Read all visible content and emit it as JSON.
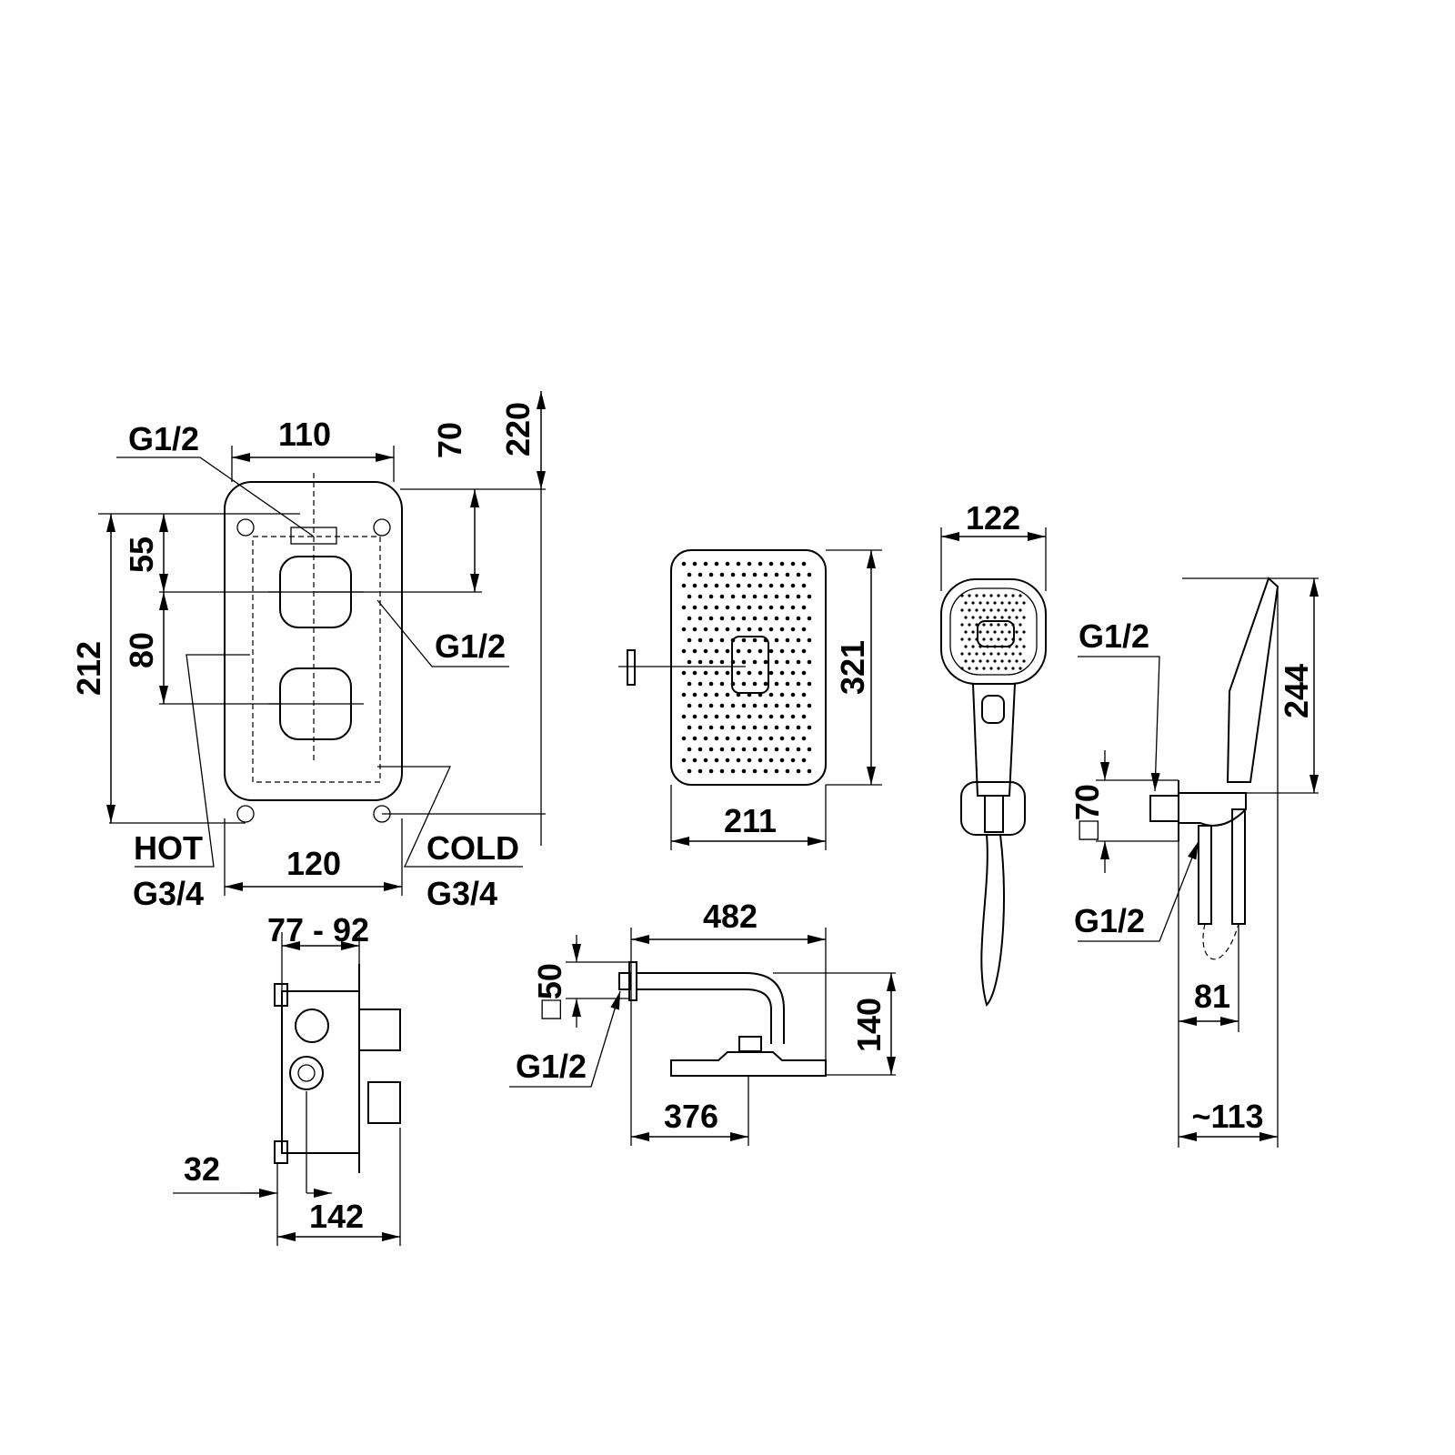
{
  "mixer_front": {
    "top_outlet": "G1/2",
    "width_top": "110",
    "h70": "70",
    "h220": "220",
    "h55": "55",
    "h80": "80",
    "h212": "212",
    "side_outlet": "G1/2",
    "hot_label": "HOT",
    "hot_thread": "G3/4",
    "width_bottom": "120",
    "cold_label": "COLD",
    "cold_thread": "G3/4"
  },
  "mixer_box": {
    "depth_range": "77 - 92",
    "offset": "32",
    "width": "142"
  },
  "overhead_shower": {
    "height": "321",
    "width": "211"
  },
  "shower_arm": {
    "projection": "482",
    "flange": "□50",
    "thread": "G1/2",
    "drop": "140",
    "to_center": "376"
  },
  "hand_shower": {
    "head_width": "122"
  },
  "wall_outlet_holder": {
    "outlet_thread": "G1/2",
    "height": "244",
    "flange": "□70",
    "hose_thread": "G1/2",
    "depth": "81",
    "total_depth": "~113"
  }
}
